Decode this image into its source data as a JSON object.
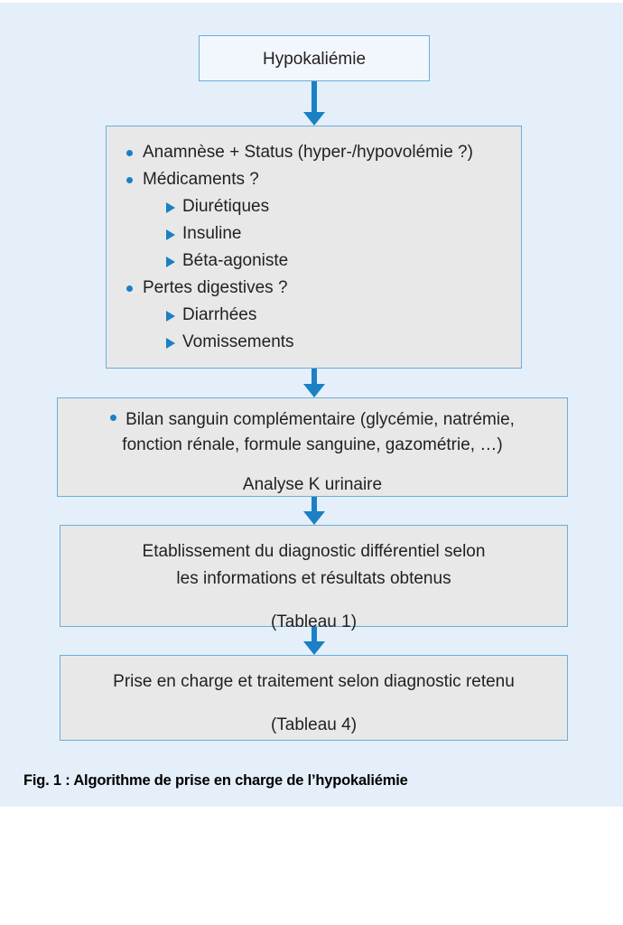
{
  "figure": {
    "caption": "Fig. 1 : Algorithme de prise en charge de l’hypokaliémie",
    "panel_background": "#e4effa",
    "accent_color": "#1b80c4",
    "box_fill": "#e8e8e8",
    "box_border": "#6aaedd",
    "top_box_fill": "#f2f7fd"
  },
  "flow": {
    "box1": {
      "title": "Hypokaliémie"
    },
    "box2": {
      "items": [
        {
          "text": "Anamnèse + Status (hyper-/hypovolémie ?)",
          "level": 1
        },
        {
          "text": "Médicaments ?",
          "level": 1
        },
        {
          "text": "Diurétiques",
          "level": 2
        },
        {
          "text": "Insuline",
          "level": 2
        },
        {
          "text": "Béta-agoniste",
          "level": 2
        },
        {
          "text": "Pertes digestives ?",
          "level": 1
        },
        {
          "text": "Diarrhées",
          "level": 2
        },
        {
          "text": "Vomissements",
          "level": 2
        }
      ]
    },
    "box3": {
      "bullet_line1": "Bilan sanguin complémentaire (glycémie, natrémie,",
      "bullet_line2": "fonction rénale, formule sanguine, gazométrie, …)",
      "secondary_line": "Analyse K urinaire"
    },
    "box4": {
      "line1": "Etablissement du diagnostic différentiel selon",
      "line2": "les informations et résultats obtenus",
      "reference": "(Tableau 1)"
    },
    "box5": {
      "line1": "Prise en charge et traitement selon diagnostic retenu",
      "reference": "(Tableau 4)"
    }
  }
}
